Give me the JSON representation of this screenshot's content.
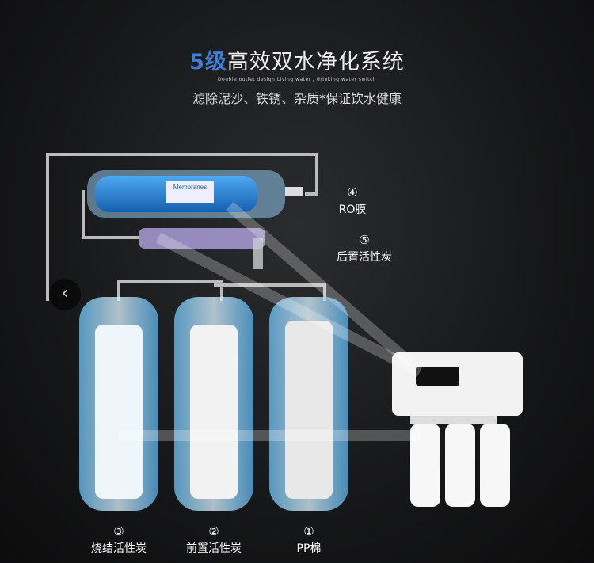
{
  "header": {
    "title_highlight": "5级",
    "title_rest": "高效双水净化系统",
    "subtitle": "Double outlet design Living water / drinking water switch",
    "slogan": "滤除泥沙、铁锈、杂质*保证饮水健康"
  },
  "membrane_label": "Membranes",
  "labels": [
    {
      "num": "④",
      "name": "RO膜"
    },
    {
      "num": "⑤",
      "name": "后置活性炭"
    },
    {
      "num": "③",
      "name": "烧结活性炭"
    },
    {
      "num": "②",
      "name": "前置活性炭"
    },
    {
      "num": "①",
      "name": "PP棉"
    }
  ],
  "nav": {
    "prev": "‹"
  },
  "colors": {
    "accent": "#3d7fd6",
    "water": "#5fc3ff"
  }
}
